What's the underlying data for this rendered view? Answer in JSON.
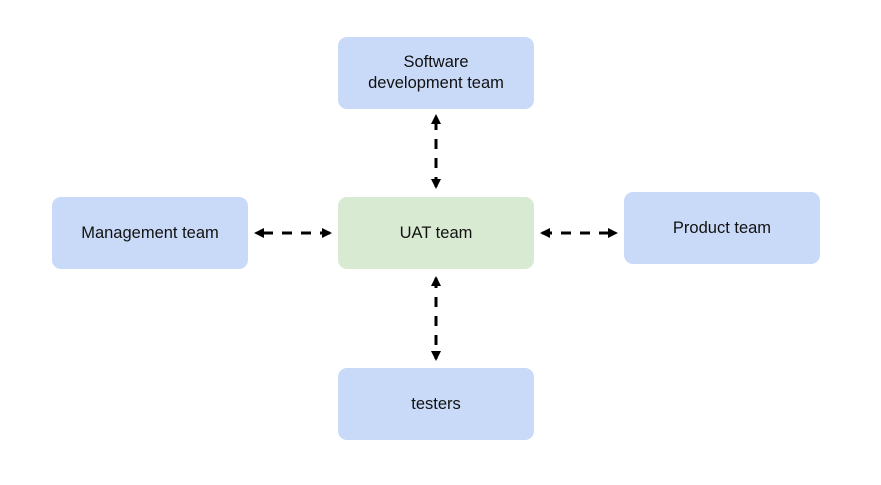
{
  "diagram": {
    "nodes": {
      "software_dev": {
        "label": "Software\ndevelopment team",
        "color": "#c9daf8"
      },
      "management": {
        "label": "Management team",
        "color": "#c9daf8"
      },
      "uat": {
        "label": "UAT team",
        "color": "#d9ead3"
      },
      "product": {
        "label": "Product team",
        "color": "#c9daf8"
      },
      "testers": {
        "label": "testers",
        "color": "#c9daf8"
      }
    },
    "edges": [
      {
        "from": "uat",
        "to": "software_dev",
        "style": "dashed",
        "arrows": "both"
      },
      {
        "from": "uat",
        "to": "management",
        "style": "dashed",
        "arrows": "both"
      },
      {
        "from": "uat",
        "to": "product",
        "style": "dashed",
        "arrows": "both"
      },
      {
        "from": "uat",
        "to": "testers",
        "style": "dashed",
        "arrows": "both"
      }
    ]
  }
}
